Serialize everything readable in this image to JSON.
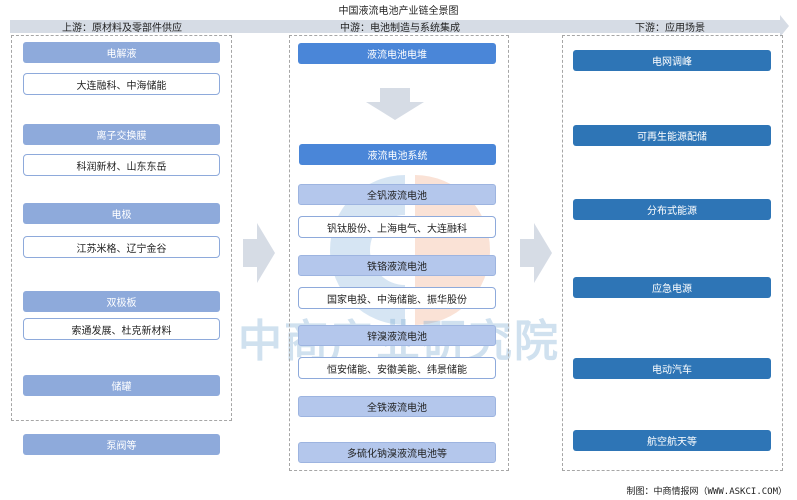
{
  "title": "中国液流电池产业链全景图",
  "stages": {
    "upstream": "上游：原材料及零部件供应",
    "midstream": "中游：电池制造与系统集成",
    "downstream": "下游：应用场景"
  },
  "upstream": {
    "items": [
      {
        "category": "电解液",
        "companies": "大连融科、中海储能"
      },
      {
        "category": "离子交换膜",
        "companies": "科润新材、山东东岳"
      },
      {
        "category": "电极",
        "companies": "江苏米格、辽宁金谷"
      },
      {
        "category": "双极板",
        "companies": "索通发展、杜克新材料"
      },
      {
        "category": "储罐",
        "companies": null
      },
      {
        "category": "泵阀等",
        "companies": null
      }
    ]
  },
  "midstream": {
    "stack": "液流电池电堆",
    "system": "液流电池系统",
    "types": [
      {
        "name": "全钒液流电池",
        "companies": "钒钛股份、上海电气、大连融科"
      },
      {
        "name": "铁铬液流电池",
        "companies": "国家电投、中海储能、振华股份"
      },
      {
        "name": "锌溴液流电池",
        "companies": "恒安储能、安徽美能、纬景储能"
      },
      {
        "name": "全铁液流电池",
        "companies": null
      },
      {
        "name": "多硫化钠溴液流电池等",
        "companies": null
      }
    ]
  },
  "downstream": {
    "applications": [
      "电网调峰",
      "可再生能源配储",
      "分布式能源",
      "应急电源",
      "电动汽车",
      "航空航天等"
    ]
  },
  "watermark": "中商产业研究院",
  "footer": "制图：中商情报网（WWW.ASKCI.COM）",
  "colors": {
    "banner": "#d6dce5",
    "upstream_header": "#8eaadb",
    "midstream_dark": "#4a86d8",
    "midstream_light": "#b4c7ec",
    "downstream": "#2e75b6",
    "arrow": "#d6dce5"
  }
}
